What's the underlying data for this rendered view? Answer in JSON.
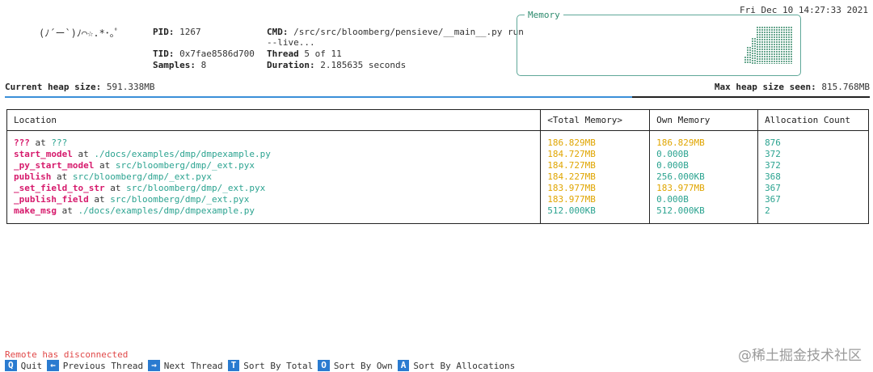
{
  "header": {
    "logo": "(ﾉ´ー`)ﾉ⌒☆.*･｡ﾟ",
    "datetime": "Fri Dec 10 14:27:33 2021",
    "pid_label": "PID:",
    "pid": "1267",
    "tid_label": "TID:",
    "tid": "0x7fae8586d700",
    "samples_label": "Samples:",
    "samples": "8",
    "cmd_label": "CMD:",
    "cmd": "/src/src/bloomberg/pensieve/__main__.py run",
    "cmd_cont": "--live...",
    "thread_label": "Thread",
    "thread": "5 of 11",
    "duration_label": "Duration:",
    "duration": "2.185635 seconds"
  },
  "memory": {
    "title": "Memory",
    "graph_levels": [
      0.2,
      0.45,
      0.45,
      0.7,
      0.7,
      1.0,
      1.0,
      1.0,
      1.0,
      1.0,
      1.0,
      1.0,
      1.0,
      1.0,
      1.0,
      1.0,
      1.0,
      1.0,
      1.0,
      1.0
    ]
  },
  "heap": {
    "current_label": "Current heap size:",
    "current": "591.338MB",
    "max_label": "Max heap size seen:",
    "max": "815.768MB",
    "fraction": 0.725
  },
  "table": {
    "headers": [
      "Location",
      "<Total Memory>",
      "Own Memory",
      "Allocation Count"
    ],
    "at_word": "at",
    "rows": [
      {
        "fn": "???",
        "path": "???",
        "total": "186.829MB",
        "own": "186.829MB",
        "count": "876",
        "total_hot": true,
        "own_hot": true
      },
      {
        "fn": "start_model",
        "path": "./docs/examples/dmp/dmpexample.py",
        "total": "184.727MB",
        "own": "0.000B",
        "count": "372",
        "total_hot": true,
        "own_hot": false
      },
      {
        "fn": "_py_start_model",
        "path": "src/bloomberg/dmp/_ext.pyx",
        "total": "184.727MB",
        "own": "0.000B",
        "count": "372",
        "total_hot": true,
        "own_hot": false
      },
      {
        "fn": "publish",
        "path": "src/bloomberg/dmp/_ext.pyx",
        "total": "184.227MB",
        "own": "256.000KB",
        "count": "368",
        "total_hot": true,
        "own_hot": false
      },
      {
        "fn": "_set_field_to_str",
        "path": "src/bloomberg/dmp/_ext.pyx",
        "total": "183.977MB",
        "own": "183.977MB",
        "count": "367",
        "total_hot": true,
        "own_hot": true
      },
      {
        "fn": "_publish_field",
        "path": "src/bloomberg/dmp/_ext.pyx",
        "total": "183.977MB",
        "own": "0.000B",
        "count": "367",
        "total_hot": true,
        "own_hot": false
      },
      {
        "fn": "make_msg",
        "path": "./docs/examples/dmp/dmpexample.py",
        "total": "512.000KB",
        "own": "512.000KB",
        "count": "2",
        "total_hot": false,
        "own_hot": false
      }
    ]
  },
  "status": {
    "disconnected": "Remote has disconnected"
  },
  "footer": [
    {
      "key": "Q",
      "label": "Quit"
    },
    {
      "key": "←",
      "label": "Previous Thread"
    },
    {
      "key": "→",
      "label": "Next Thread"
    },
    {
      "key": "T",
      "label": "Sort By Total"
    },
    {
      "key": "O",
      "label": "Sort By Own"
    },
    {
      "key": "A",
      "label": "Sort By Allocations"
    }
  ],
  "watermark": "@稀土掘金技术社区",
  "colors": {
    "accent": "#3a8fd8",
    "function": "#d61a6c",
    "path": "#2ba390",
    "hot": "#e0a500",
    "error": "#e04848",
    "key_bg": "#2a7bd0"
  }
}
